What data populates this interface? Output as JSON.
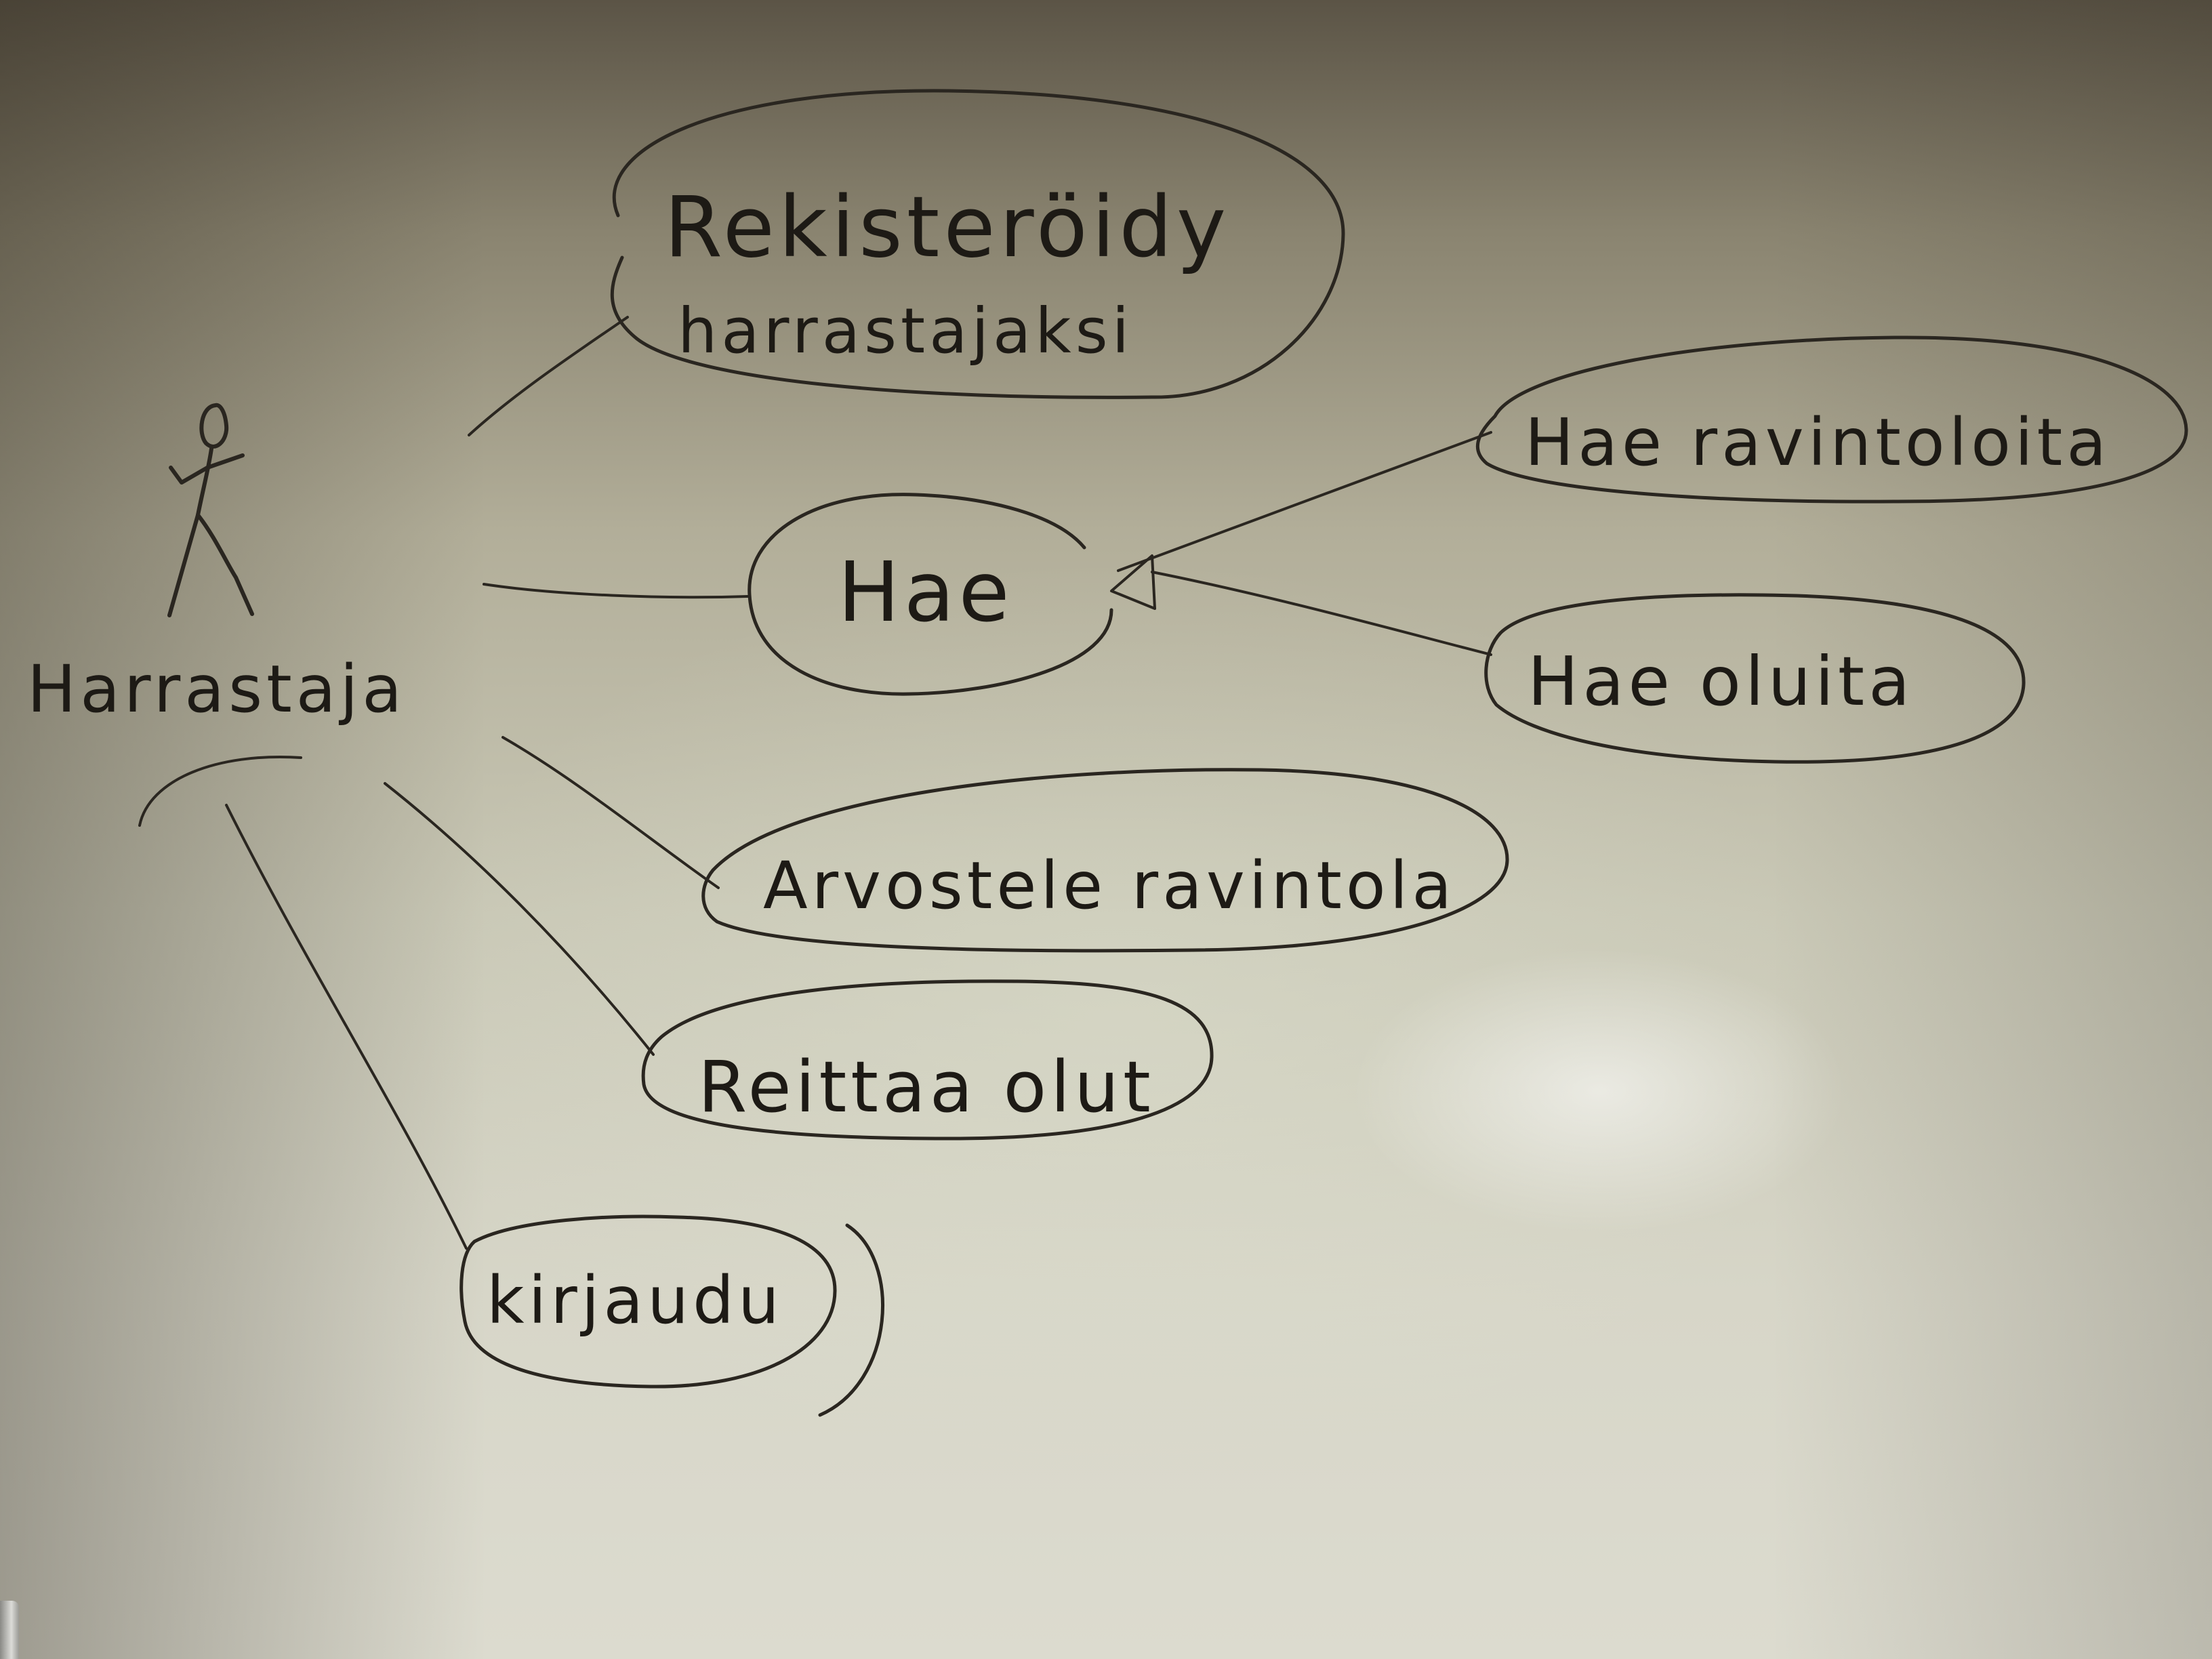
{
  "actor": {
    "label": "Harrastaja"
  },
  "use_cases": {
    "register_line1": "Rekisteröidy",
    "register_line2": "harrastajaksi",
    "search": "Hae",
    "search_restaurants": "Hae ravintoloita",
    "search_beers": "Hae oluita",
    "review_restaurant": "Arvostele ravintola",
    "rate_beer": "Reittaa olut",
    "login": "kirjaudu"
  },
  "colors": {
    "ink": "#2a2620",
    "board": "#c9c8b6"
  }
}
